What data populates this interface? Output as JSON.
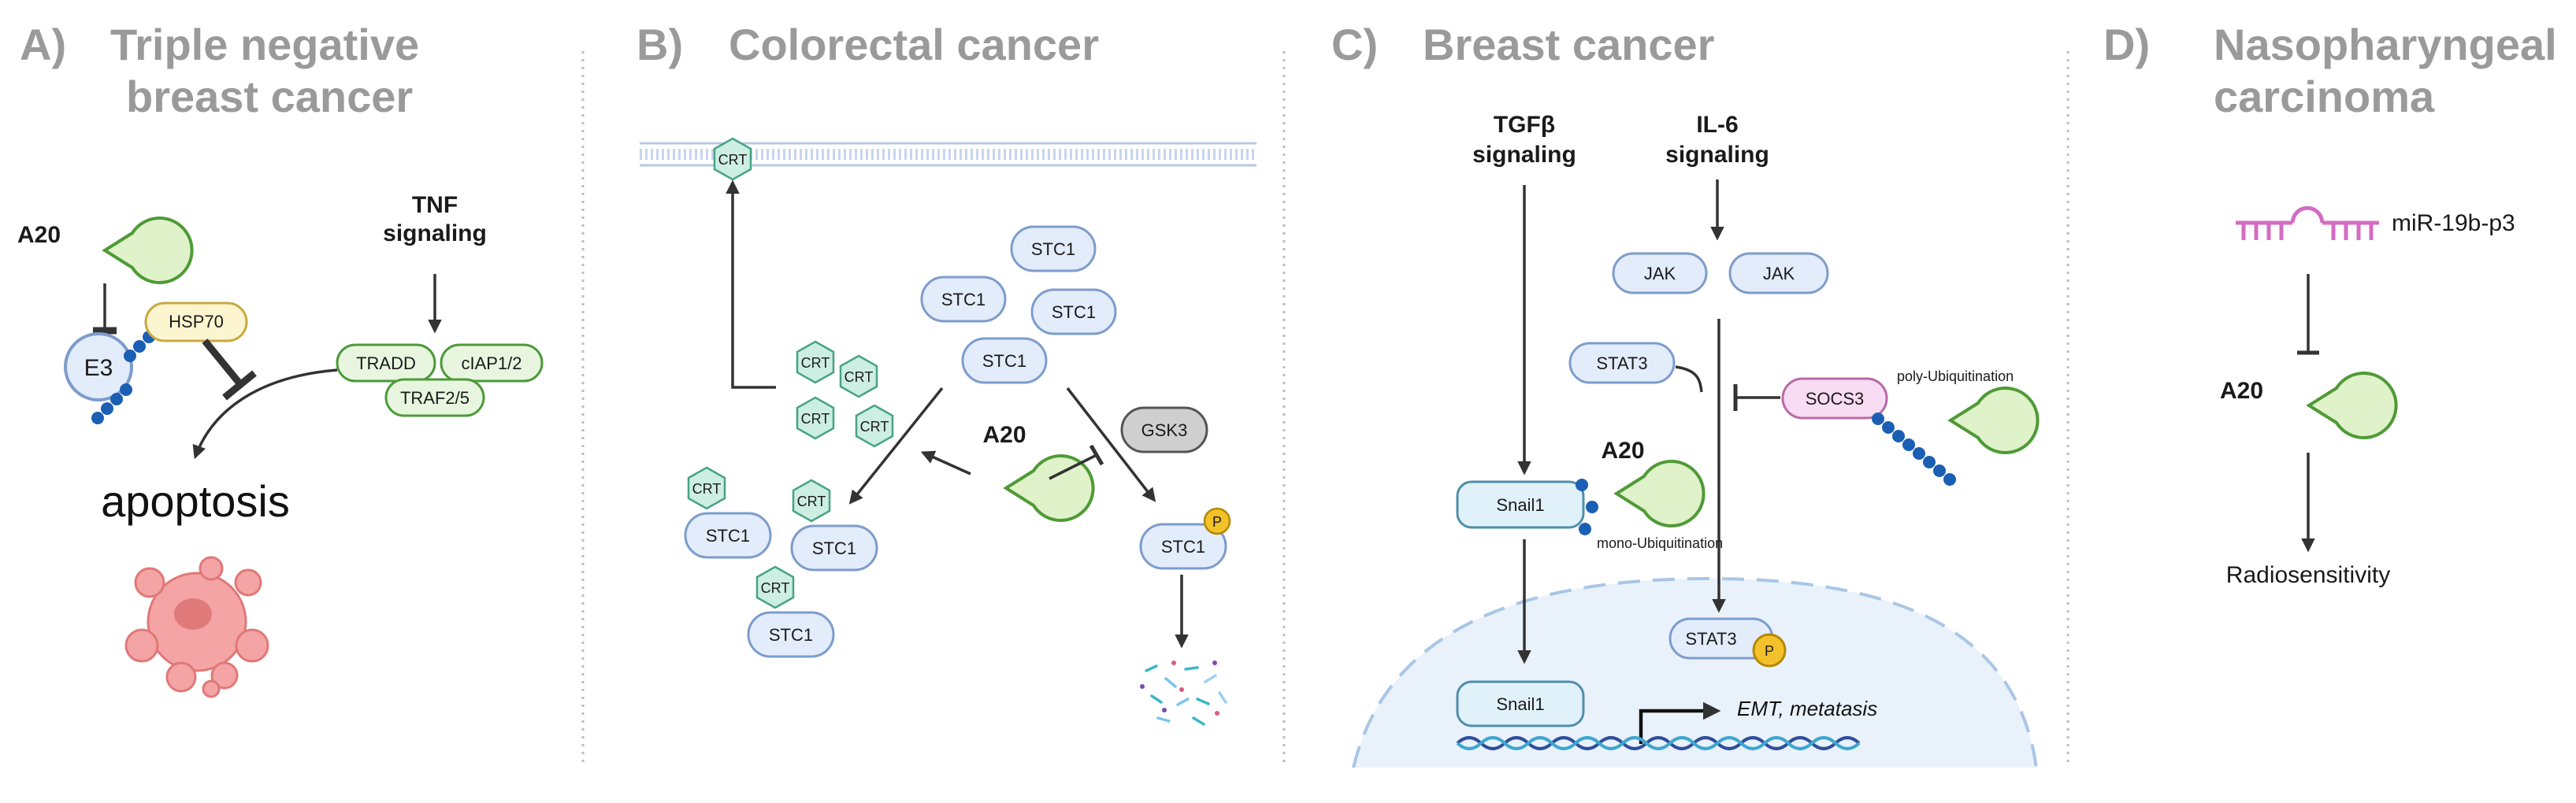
{
  "panels": {
    "a": {
      "letter": "A)",
      "title_line1": "Triple negative",
      "title_line2": "breast cancer",
      "a20": "A20",
      "e3": "E3",
      "hsp70": "HSP70",
      "tnf_line1": "TNF",
      "tnf_line2": "signaling",
      "tradd": "TRADD",
      "ciap": "cIAP1/2",
      "traf": "TRAF2/5",
      "apoptosis": "apoptosis"
    },
    "b": {
      "letter": "B)",
      "title": "Colorectal cancer",
      "crt": "CRT",
      "stc1": "STC1",
      "a20": "A20",
      "gsk3": "GSK3",
      "p": "P"
    },
    "c": {
      "letter": "C)",
      "title": "Breast cancer",
      "tgfb_line1": "TGFβ",
      "tgfb_line2": "signaling",
      "il6_line1": "IL-6",
      "il6_line2": "signaling",
      "jak": "JAK",
      "stat3": "STAT3",
      "socs3": "SOCS3",
      "poly_ub": "poly-Ubiquitination",
      "a20": "A20",
      "snail1": "Snail1",
      "mono_ub": "mono-Ubiquitination",
      "p": "P",
      "emt": "EMT, metatasis"
    },
    "d": {
      "letter": "D)",
      "title_line1": "Nasopharyngeal",
      "title_line2": "carcinoma",
      "mirna": "miR-19b-p3",
      "a20": "A20",
      "outcome": "Radiosensitivity"
    }
  },
  "colors": {
    "title_gray": "#9a9a9a",
    "protein_blue": "#e3ecfa",
    "a20_green": "#dff2c9",
    "crt_teal": "#cdeee2",
    "phospho_yellow": "#f3c22a",
    "ubiquitin_blue": "#1b5fb4",
    "mirna_pink": "#d46cc2",
    "apoptotic_cell": "#f3a2a2"
  }
}
